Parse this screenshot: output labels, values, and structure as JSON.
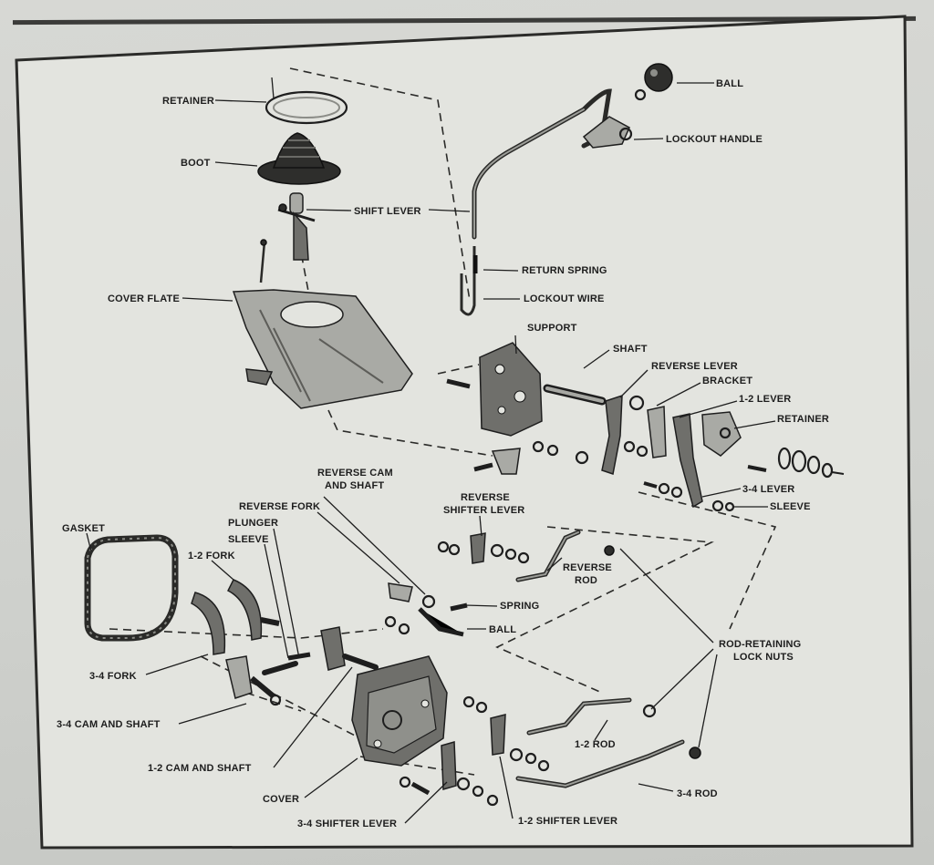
{
  "labels": {
    "retainer_top": "RETAINER",
    "boot": "BOOT",
    "shift_lever": "SHIFT LEVER",
    "cover_flate": "COVER FLATE",
    "ball_top": "BALL",
    "lockout_handle": "LOCKOUT HANDLE",
    "return_spring": "RETURN SPRING",
    "lockout_wire": "LOCKOUT WIRE",
    "support": "SUPPORT",
    "shaft": "SHAFT",
    "reverse_lever": "REVERSE LEVER",
    "bracket": "BRACKET",
    "lever_1_2": "1-2 LEVER",
    "retainer_right": "RETAINER",
    "lever_3_4": "3-4 LEVER",
    "sleeve_right": "SLEEVE",
    "reverse_cam_1": "REVERSE CAM",
    "reverse_cam_2": "AND SHAFT",
    "reverse_fork": "REVERSE FORK",
    "plunger": "PLUNGER",
    "sleeve_left": "SLEEVE",
    "gasket": "GASKET",
    "fork_1_2": "1-2 FORK",
    "reverse_shifter_1": "REVERSE",
    "reverse_shifter_2": "SHIFTER LEVER",
    "reverse_rod_1": "REVERSE",
    "reverse_rod_2": "ROD",
    "spring": "SPRING",
    "ball_mid": "BALL",
    "fork_3_4": "3-4 FORK",
    "rod_retaining_1": "ROD-RETAINING",
    "rod_retaining_2": "LOCK NUTS",
    "cam_3_4": "3-4 CAM AND SHAFT",
    "rod_1_2": "1-2 ROD",
    "cam_1_2": "1-2 CAM AND SHAFT",
    "cover": "COVER",
    "rod_3_4": "3-4 ROD",
    "shifter_3_4": "3-4 SHIFTER LEVER",
    "shifter_1_2": "1-2 SHIFTER LEVER"
  }
}
